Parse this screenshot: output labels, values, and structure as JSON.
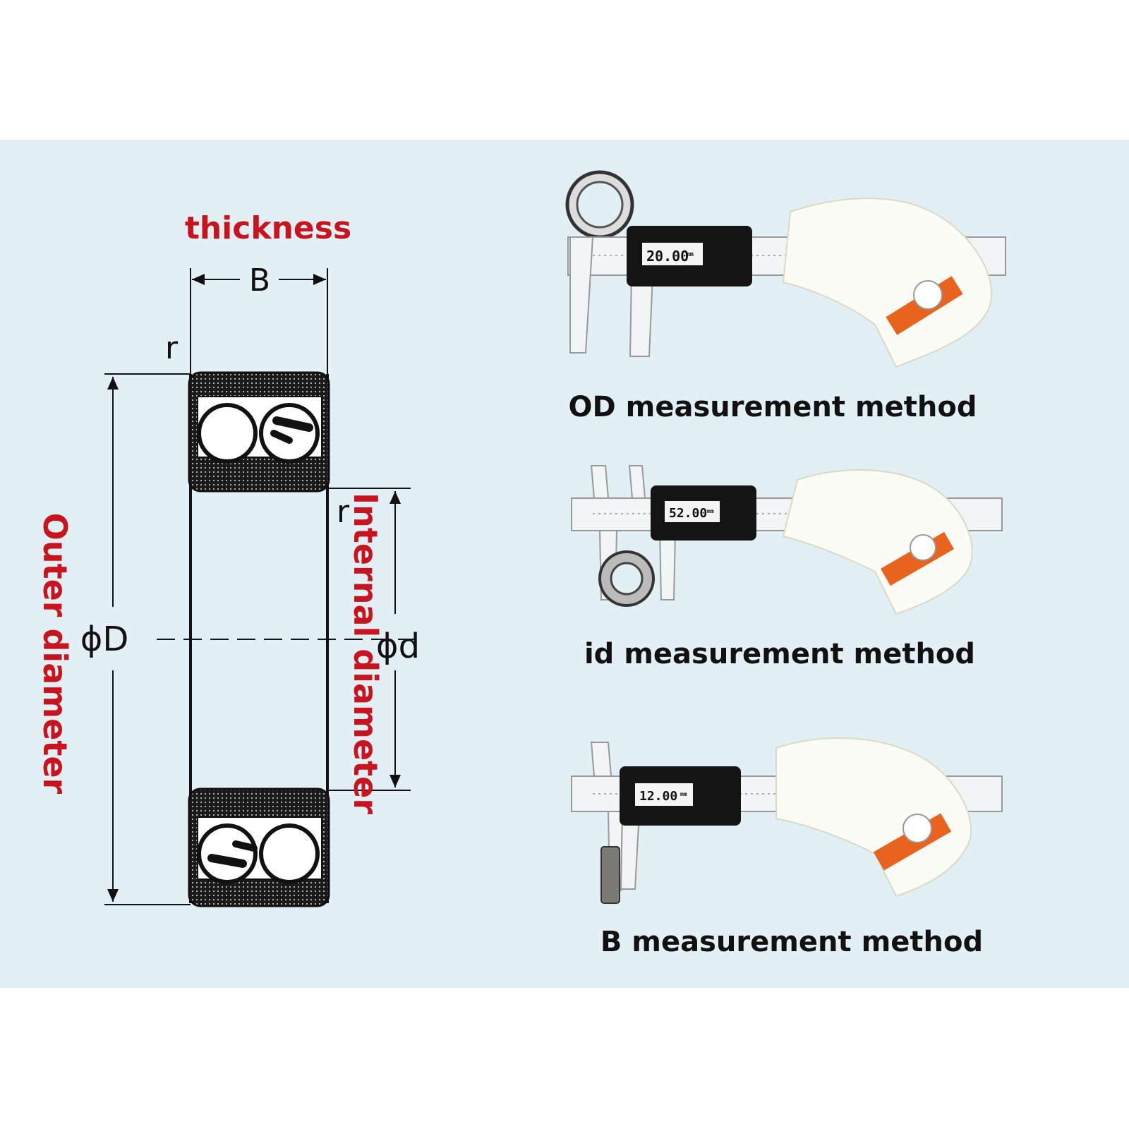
{
  "labels": {
    "thickness": "thickness",
    "outer_diameter": "Outer diameter",
    "internal_diameter": "Internal diameter"
  },
  "symbols": {
    "width": "B",
    "radius_top": "r",
    "radius_inner": "r",
    "outer": "ϕD",
    "inner": "ϕd"
  },
  "methods": [
    {
      "caption": "OD measurement method",
      "reading": "20.00",
      "unit": "mm"
    },
    {
      "caption": "id measurement method",
      "reading": "52.00",
      "unit": "mm"
    },
    {
      "caption": "B measurement method",
      "reading": "12.00",
      "unit": "mm"
    }
  ],
  "colors": {
    "label_red": "#c8141e",
    "panel_bg": "#e2f0f5",
    "wristband": "#e8641e"
  }
}
